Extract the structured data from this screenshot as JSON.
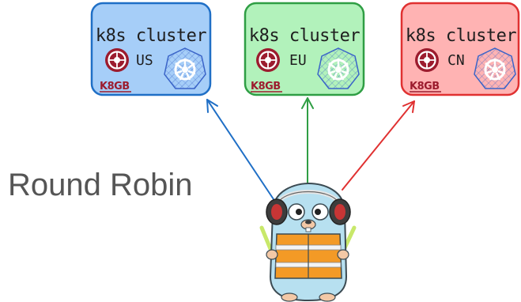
{
  "clusters": [
    {
      "title": "k8s cluster",
      "region": "US",
      "brand": "K8GB",
      "fill": "#a6cef8",
      "stroke": "#1f6fc6",
      "arrow": "#1f6fc6"
    },
    {
      "title": "k8s cluster",
      "region": "EU",
      "brand": "K8GB",
      "fill": "#b2f2bb",
      "stroke": "#2f9e44",
      "arrow": "#2f9e44"
    },
    {
      "title": "k8s cluster",
      "region": "CN",
      "brand": "K8GB",
      "fill": "#ffb3b3",
      "stroke": "#e03131",
      "arrow": "#e03131"
    }
  ],
  "strategy_label": "Round Robin",
  "text_color": "#1e1e1e",
  "label_color": "#555555",
  "brand_color": "#9c1c2e",
  "kube_color": "#3a64c8"
}
